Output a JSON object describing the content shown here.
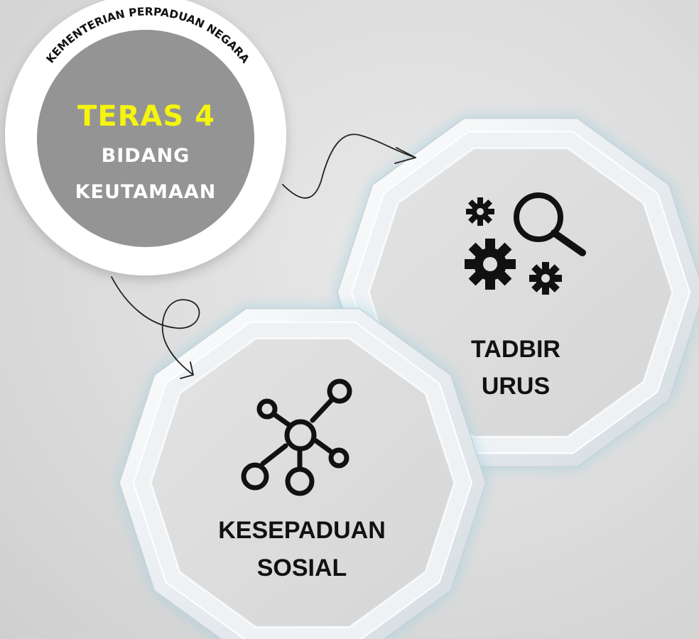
{
  "badge": {
    "ring_text": "KEMENTERIAN PERPADUAN NEGARA",
    "title": "TERAS 4",
    "subtitle_line1": "BIDANG",
    "subtitle_line2": "KEUTAMAAN",
    "colors": {
      "circle": "#949494",
      "title": "#f4f40f",
      "subtitle": "#ffffff",
      "ring": "#ffffff"
    }
  },
  "items": [
    {
      "id": "tadbir",
      "label_line1": "TADBIR",
      "label_line2": "URUS",
      "icon": "gears-magnifier-icon"
    },
    {
      "id": "kesepaduan",
      "label_line1": "KESEPADUAN",
      "label_line2": "SOSIAL",
      "icon": "network-nodes-icon"
    }
  ]
}
